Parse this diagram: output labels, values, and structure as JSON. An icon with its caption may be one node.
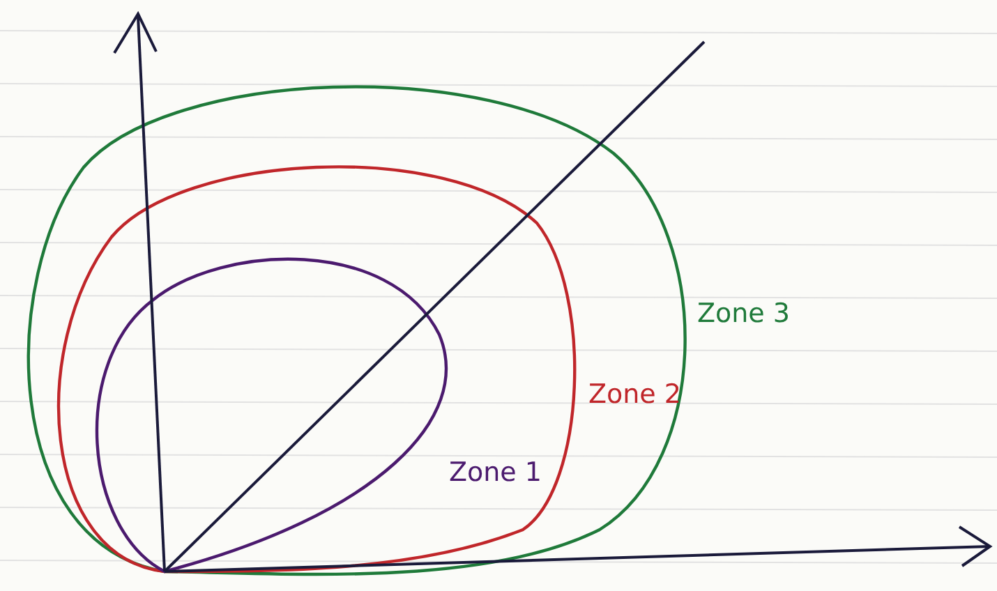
{
  "diagram": {
    "labels": [
      "Zone 3",
      "Zone 2",
      "Zone 1"
    ]
  }
}
